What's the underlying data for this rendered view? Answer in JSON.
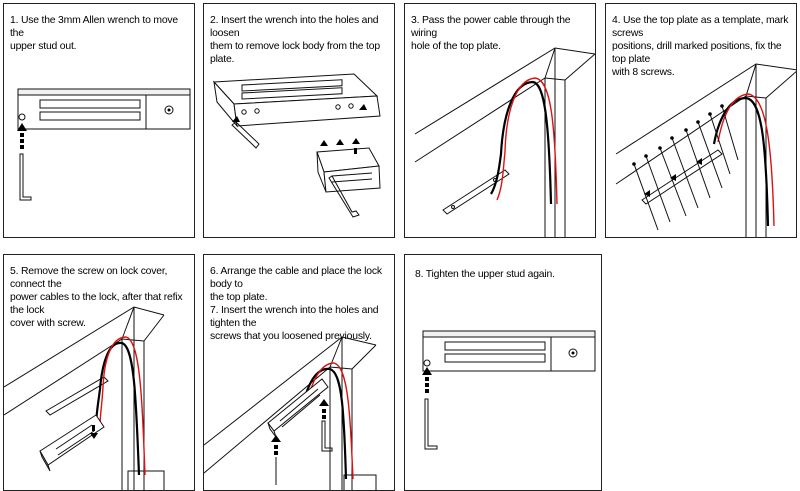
{
  "steps": [
    {
      "text": "1. Use the 3mm Allen wrench to move the\nupper stud out."
    },
    {
      "text": "2. Insert the wrench into the holes and loosen\nthem to remove lock body from the top plate."
    },
    {
      "text": "3. Pass the power cable through the wiring\nhole of the top plate."
    },
    {
      "text": "4. Use the top plate as a template, mark screws\npositions, drill marked positions, fix the top plate\nwith 8 screws."
    },
    {
      "text": "5. Remove the screw on lock cover, connect the\npower cables to the lock, after that refix the lock\ncover with screw."
    },
    {
      "text": "6. Arrange the cable and place the lock body to\nthe top plate.\n7. Insert the wrench into the holes and tighten the\nscrews that you loosened previously."
    },
    {
      "text": "8. Tighten the upper stud again."
    }
  ],
  "colors": {
    "cable_red": "#d11111",
    "cable_black": "#000000",
    "line": "#111111"
  }
}
